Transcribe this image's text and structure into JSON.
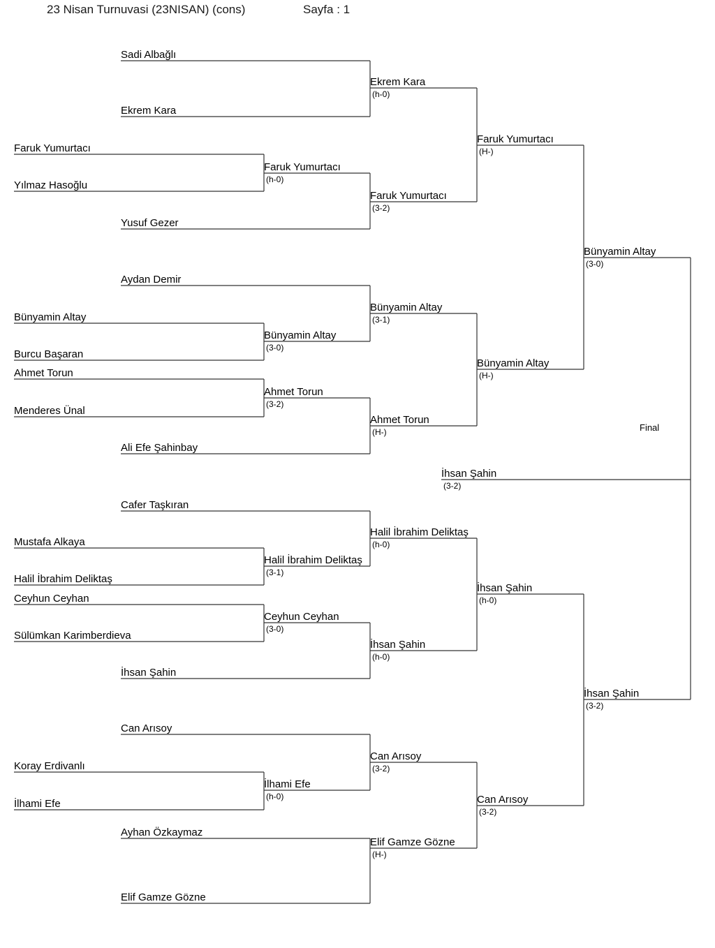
{
  "header": {
    "title": "23 Nisan Turnuvasi (23NISAN) (cons)",
    "page": "Sayfa : 1"
  },
  "final_label": "Final",
  "entries": [
    {
      "name": "Sadi Albağlı",
      "score": ""
    },
    {
      "name": "Ekrem Kara",
      "score": ""
    },
    {
      "name": "Faruk Yumurtacı",
      "score": ""
    },
    {
      "name": "Yılmaz Hasoğlu",
      "score": ""
    },
    {
      "name": "Yusuf Gezer",
      "score": ""
    },
    {
      "name": "Aydan Demir",
      "score": ""
    },
    {
      "name": "Bünyamin Altay",
      "score": ""
    },
    {
      "name": "Burcu Başaran",
      "score": ""
    },
    {
      "name": "Ahmet Torun",
      "score": ""
    },
    {
      "name": "Menderes Ünal",
      "score": ""
    },
    {
      "name": "Ali Efe Şahinbay",
      "score": ""
    },
    {
      "name": "Cafer Taşkıran",
      "score": ""
    },
    {
      "name": "Mustafa Alkaya",
      "score": ""
    },
    {
      "name": "Halil İbrahim Deliktaş",
      "score": ""
    },
    {
      "name": "Ceyhun Ceyhan",
      "score": ""
    },
    {
      "name": "Sülümkan Karimberdieva",
      "score": ""
    },
    {
      "name": "İhsan Şahin",
      "score": ""
    },
    {
      "name": "Can Arısoy",
      "score": ""
    },
    {
      "name": "Koray Erdivanlı",
      "score": ""
    },
    {
      "name": "İlhami Efe",
      "score": ""
    },
    {
      "name": "Ayhan Özkaymaz",
      "score": ""
    },
    {
      "name": "Elif Gamze Gözne",
      "score": ""
    },
    {
      "name": "Faruk Yumurtacı",
      "score": "(h-0)"
    },
    {
      "name": "Bünyamin Altay",
      "score": "(3-0)"
    },
    {
      "name": "Ahmet Torun",
      "score": "(3-2)"
    },
    {
      "name": "Halil İbrahim Deliktaş",
      "score": "(3-1)"
    },
    {
      "name": "Ceyhun Ceyhan",
      "score": "(3-0)"
    },
    {
      "name": "İlhami Efe",
      "score": "(h-0)"
    },
    {
      "name": "Ekrem Kara",
      "score": "(h-0)"
    },
    {
      "name": "Faruk Yumurtacı",
      "score": "(3-2)"
    },
    {
      "name": "Bünyamin Altay",
      "score": "(3-1)"
    },
    {
      "name": "Ahmet Torun",
      "score": "(H-)"
    },
    {
      "name": "Halil İbrahim Deliktaş",
      "score": "(h-0)"
    },
    {
      "name": "İhsan Şahin",
      "score": "(h-0)"
    },
    {
      "name": "Can Arısoy",
      "score": "(3-2)"
    },
    {
      "name": "Elif Gamze Gözne",
      "score": "(H-)"
    },
    {
      "name": "Faruk Yumurtacı",
      "score": "(H-)"
    },
    {
      "name": "Bünyamin Altay",
      "score": "(H-)"
    },
    {
      "name": "İhsan Şahin",
      "score": "(h-0)"
    },
    {
      "name": "Can Arısoy",
      "score": "(3-2)"
    },
    {
      "name": "Bünyamin Altay",
      "score": "(3-0)"
    },
    {
      "name": "İhsan Şahin",
      "score": "(3-2)"
    },
    {
      "name": "İhsan Şahin",
      "score": "(3-2)"
    }
  ]
}
